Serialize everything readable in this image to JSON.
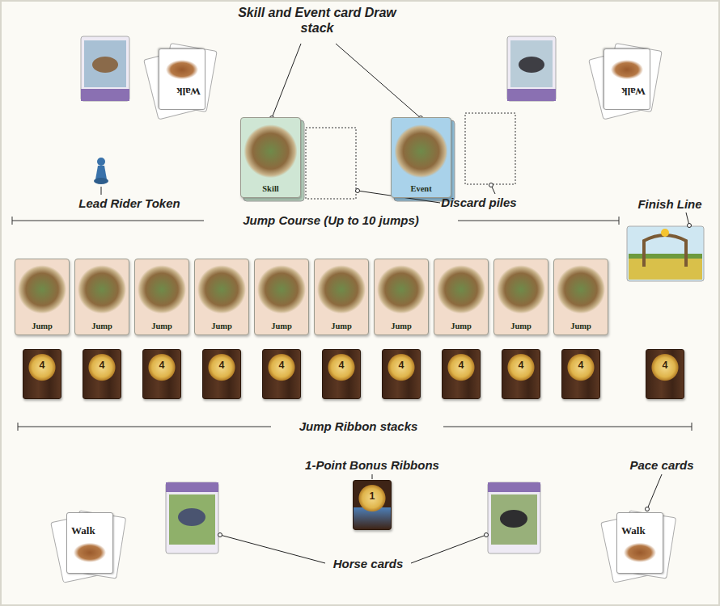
{
  "diagram": {
    "nodes": [
      {
        "text": [
          "Walk"
        ]
      },
      {
        "text": [
          "Skill"
        ]
      },
      {
        "text": [
          "Event"
        ]
      },
      {
        "text": [
          "Walk"
        ]
      },
      {
        "text": [
          "Jump"
        ]
      },
      {
        "text": [
          "Jump"
        ]
      },
      {
        "text": [
          "Jump"
        ]
      },
      {
        "text": [
          "Jump"
        ]
      },
      {
        "text": [
          "Jump"
        ]
      },
      {
        "text": [
          "Jump"
        ]
      },
      {
        "text": [
          "Jump"
        ]
      },
      {
        "text": [
          "Jump"
        ]
      },
      {
        "text": [
          "Jump"
        ]
      },
      {
        "text": [
          "Jump"
        ]
      },
      {
        "text": [
          "4"
        ]
      },
      {
        "text": [
          "4"
        ]
      },
      {
        "text": [
          "4"
        ]
      },
      {
        "text": [
          "4"
        ]
      },
      {
        "text": [
          "4"
        ]
      },
      {
        "text": [
          "4"
        ]
      },
      {
        "text": [
          "4"
        ]
      },
      {
        "text": [
          "4"
        ]
      },
      {
        "text": [
          "4"
        ]
      },
      {
        "text": [
          "4"
        ]
      },
      {
        "text": [
          "4"
        ]
      },
      {
        "text": [
          "1"
        ]
      },
      {
        "text": [
          "Walk"
        ]
      },
      {
        "text": [
          "Walk"
        ]
      }
    ],
    "labels": [
      "Skill and Event card Draw stack",
      "Lead Rider Token",
      "Discard piles",
      "Finish Line",
      "Jump Course (Up to 10 jumps)",
      "Jump Ribbon stacks",
      "1-Point Bonus Ribbons",
      "Pace cards",
      "Horse cards"
    ]
  }
}
